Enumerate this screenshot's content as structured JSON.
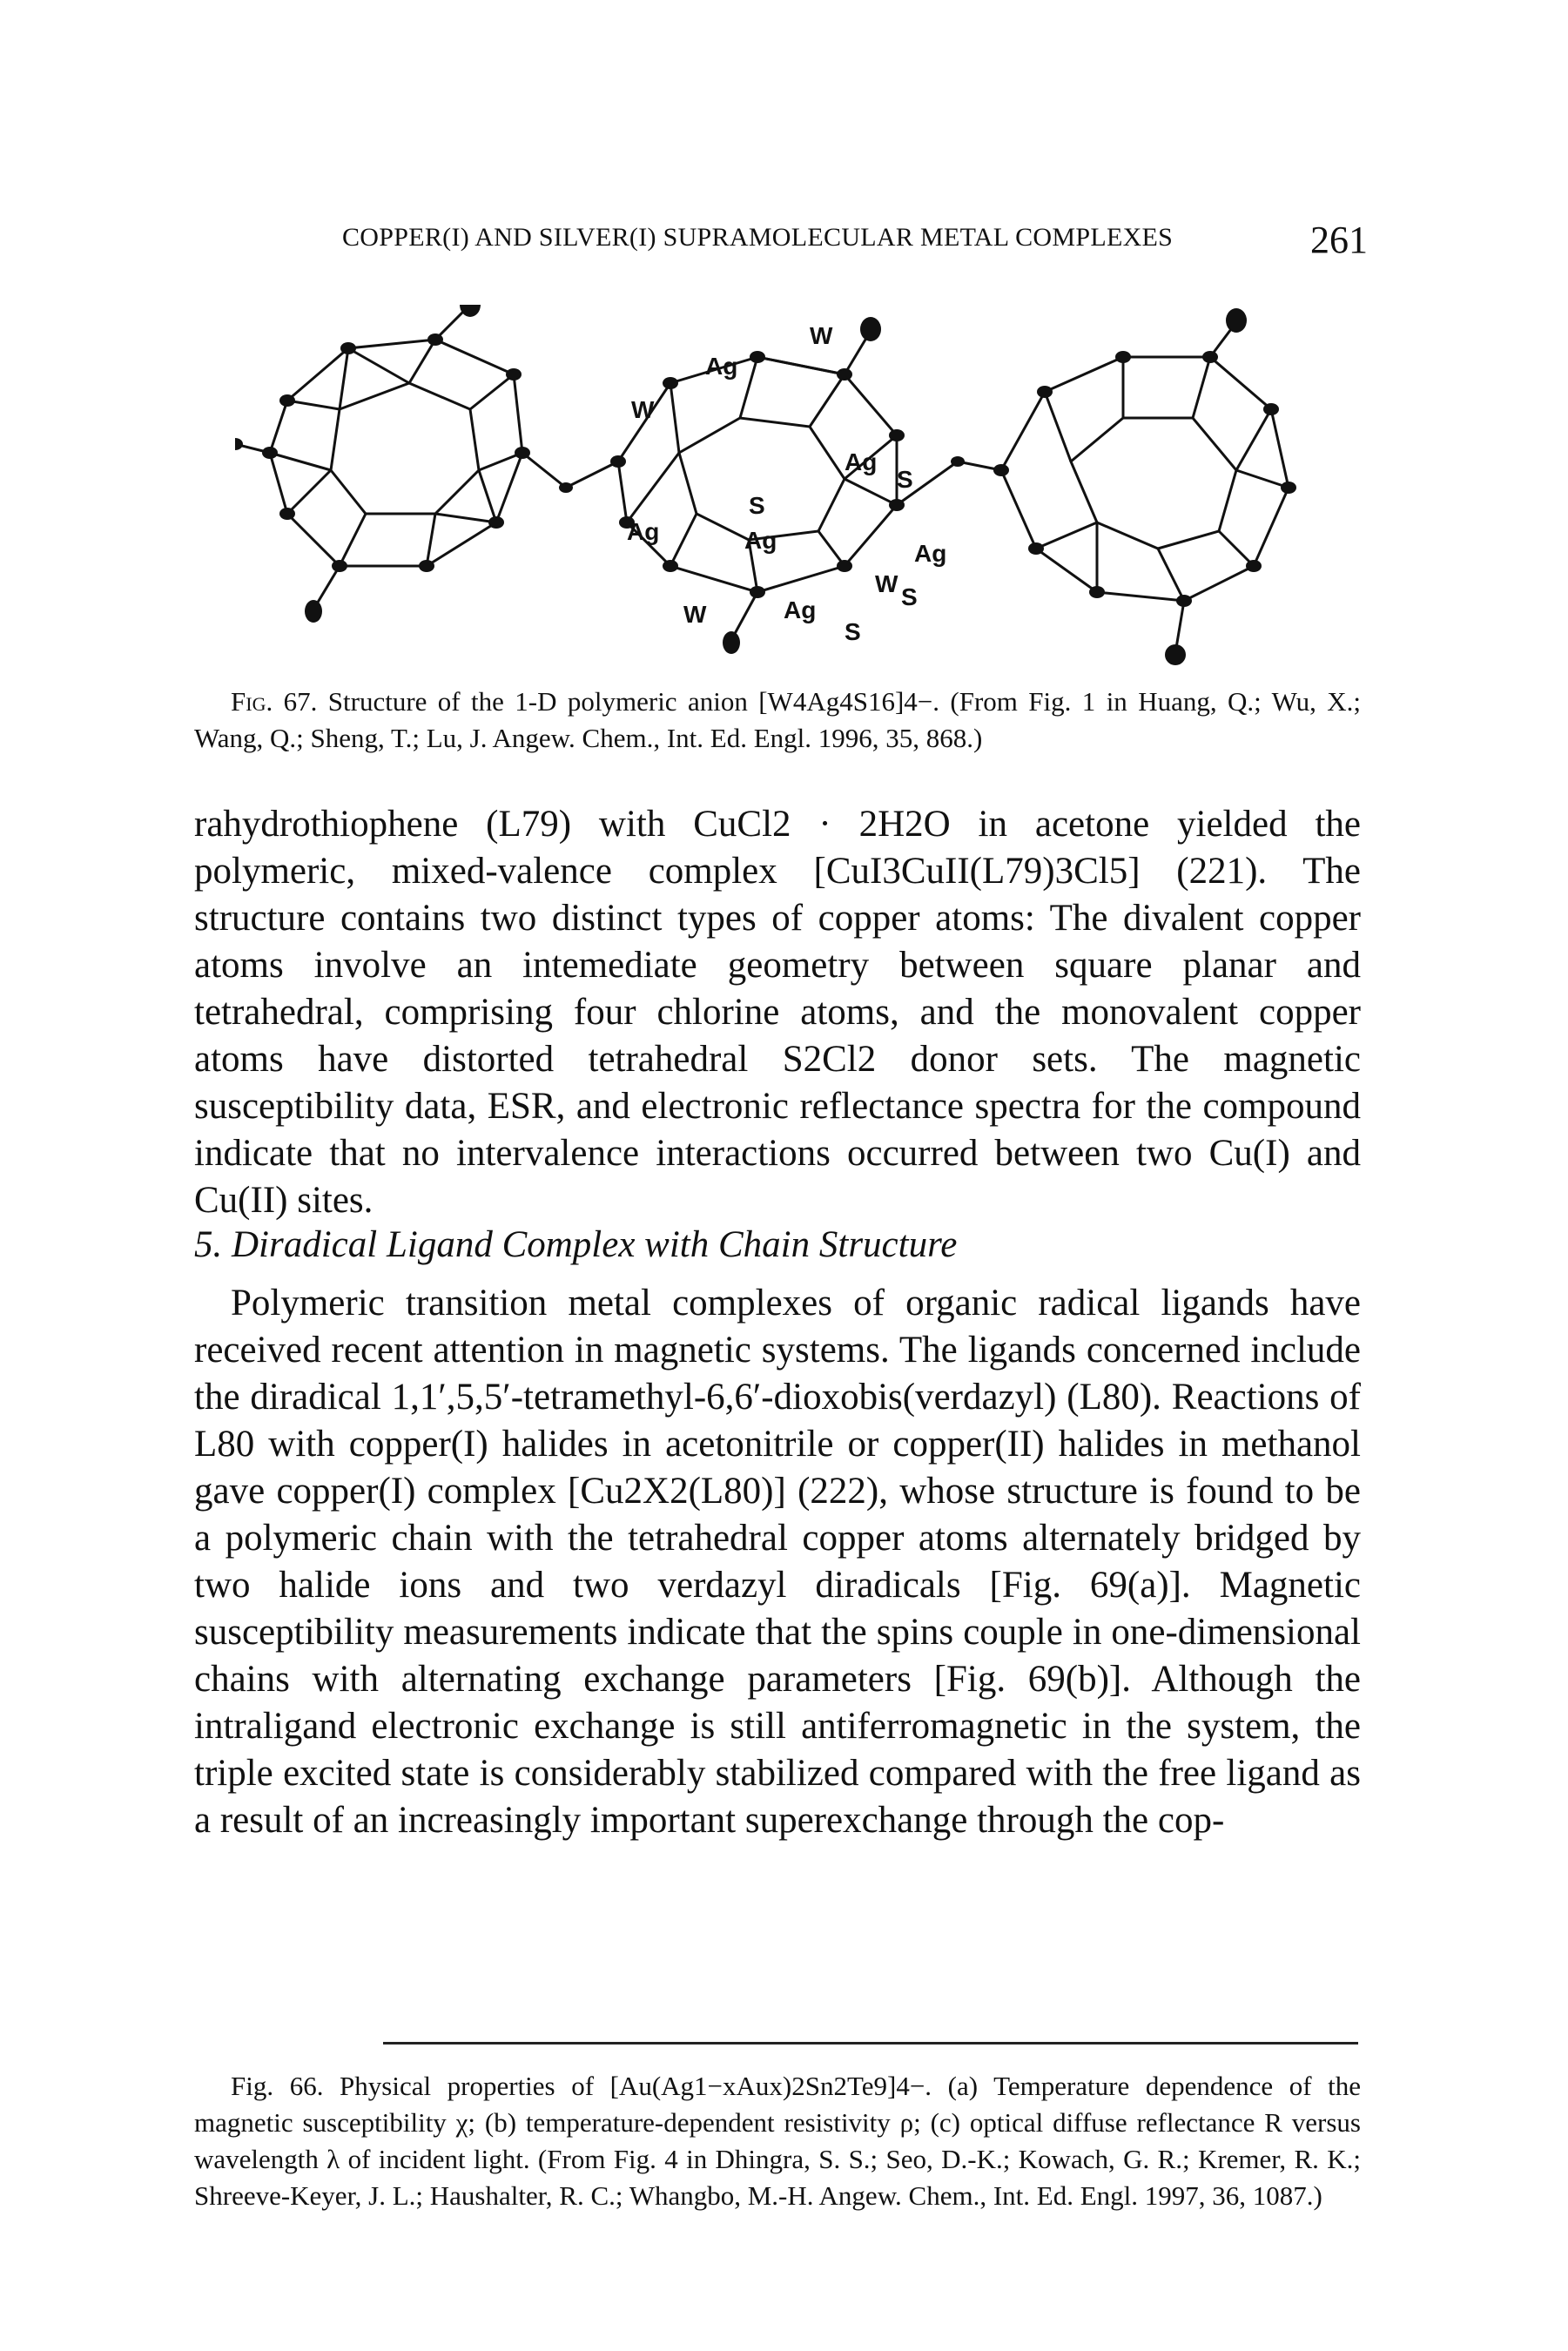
{
  "header": {
    "running_head": "COPPER(I) AND SILVER(I) SUPRAMOLECULAR METAL COMPLEXES",
    "page_number": "261"
  },
  "figure67": {
    "atom_labels": [
      "W",
      "Ag",
      "W",
      "Ag",
      "S",
      "Ag",
      "S",
      "Ag",
      "Ag",
      "W",
      "S",
      "W",
      "Ag",
      "S"
    ],
    "caption_label": "Fig. 67.",
    "caption_text": "Structure of the 1-D polymeric anion [W4Ag4S16]4−. (From Fig. 1 in Huang, Q.; Wu, X.; Wang, Q.; Sheng, T.; Lu, J. Angew. Chem., Int. Ed. Engl. 1996, 35, 868.)"
  },
  "paragraph1": "rahydrothiophene (L79) with CuCl2 · 2H2O in acetone yielded the polymeric, mixed-valence complex [CuI3CuII(L79)3Cl5] (221). The structure contains two distinct types of copper atoms: The divalent copper atoms involve an intemediate geometry between square planar and tetrahedral, comprising four chlorine atoms, and the monovalent copper atoms have distorted tetrahedral S2Cl2 donor sets. The magnetic susceptibility data, ESR, and electronic reflectance spectra for the compound indicate that no intervalence interactions occurred between two Cu(I) and Cu(II) sites.",
  "section_heading": "5. Diradical Ligand Complex with Chain Structure",
  "paragraph2": "Polymeric transition metal complexes of organic radical ligands have received recent attention in magnetic systems. The ligands concerned include the diradical 1,1′,5,5′-tetramethyl-6,6′-dioxobis(verdazyl) (L80). Reactions of L80 with copper(I) halides in acetonitrile or copper(II) halides in methanol gave copper(I) complex [Cu2X2(L80)] (222), whose structure is found to be a polymeric chain with the tetrahedral copper atoms alternately bridged by two halide ions and two verdazyl diradicals [Fig. 69(a)]. Magnetic susceptibility measurements indicate that the spins couple in one-dimensional chains with alternating exchange parameters [Fig. 69(b)]. Although the intraligand electronic exchange is still antiferromagnetic in the system, the triple excited state is considerably stabilized compared with the free ligand as a result of an increasingly important superexchange through the cop-",
  "figure66_caption": "Fig. 66. Physical properties of [Au(Ag1−xAux)2Sn2Te9]4−. (a) Temperature dependence of the magnetic susceptibility χ; (b) temperature-dependent resistivity ρ; (c) optical diffuse reflectance R versus wavelength λ of incident light. (From Fig. 4 in Dhingra, S. S.; Seo, D.-K.; Kowach, G. R.; Kremer, R. K.; Shreeve-Keyer, J. L.; Haushalter, R. C.; Whangbo, M.-H. Angew. Chem., Int. Ed. Engl. 1997, 36, 1087.)"
}
